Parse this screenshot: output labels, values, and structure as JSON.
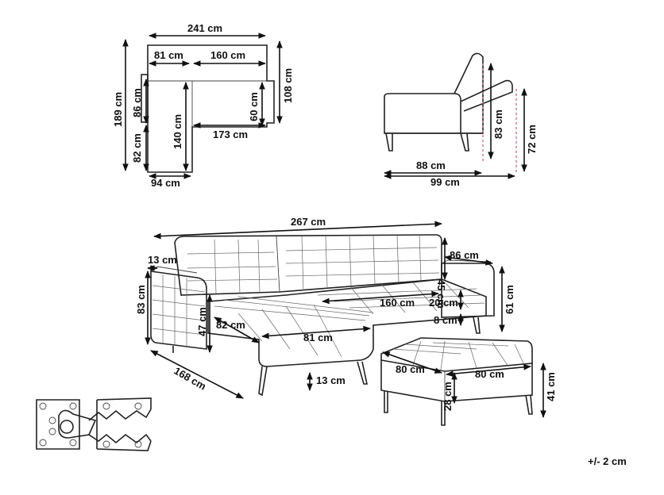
{
  "plan_view": {
    "total_width": "241 cm",
    "chaise_width": "81 cm",
    "seat_width": "160 cm",
    "total_depth": "189 cm",
    "arm_depth": "86 cm",
    "chaise_depth": "82 cm",
    "inner_depth": "140 cm",
    "seat_depth": "60 cm",
    "back_height": "108 cm",
    "inner_width": "173 cm",
    "chaise_front": "94 cm"
  },
  "side_view": {
    "depth": "88 cm",
    "reclined_depth": "99 cm",
    "back_height": "83 cm",
    "reclined_height": "72 cm"
  },
  "main_view": {
    "total_length": "267 cm",
    "arm_width": "13 cm",
    "back_cushion": "45 cm",
    "side_depth": "86 cm",
    "total_height": "83 cm",
    "arm_height": "47 cm",
    "chaise_depth": "82 cm",
    "chaise_width": "81 cm",
    "seat_length": "160 cm",
    "seat_thickness": "20 cm",
    "leg_gap": "8 cm",
    "seat_height": "61 cm",
    "leg_height": "13 cm",
    "overall_depth": "168 cm"
  },
  "ottoman": {
    "depth": "80 cm",
    "width": "80 cm",
    "cushion_height": "28 cm",
    "total_height": "41 cm"
  },
  "tolerance": "+/- 2 cm",
  "icons": {
    "hinge": "hinge-mechanism-icon"
  }
}
